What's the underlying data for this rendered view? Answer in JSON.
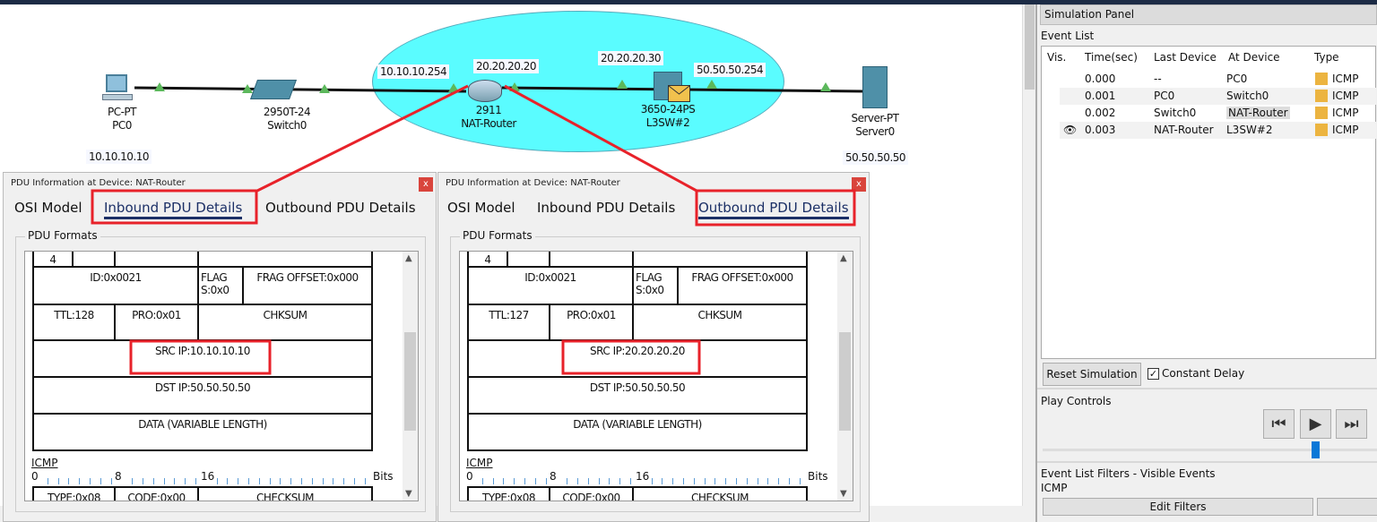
{
  "topology": {
    "devices": [
      {
        "model": "PC-PT",
        "name": "PC0",
        "ip": "10.10.10.10"
      },
      {
        "model": "2950T-24",
        "name": "Switch0"
      },
      {
        "model": "2911",
        "name": "NAT-Router",
        "ip_inside": "10.10.10.254",
        "ip_outside": "20.20.20.20"
      },
      {
        "model": "3650-24PS",
        "name": "L3SW#2",
        "ip_a": "20.20.20.30",
        "ip_b": "50.50.50.254"
      },
      {
        "model": "Server-PT",
        "name": "Server0",
        "ip": "50.50.50.50"
      }
    ],
    "packet_icon": "envelope-icon"
  },
  "dialogs": [
    {
      "title": "PDU Information at Device: NAT-Router",
      "close": "x",
      "tabs": [
        "OSI Model",
        "Inbound PDU Details",
        "Outbound PDU Details"
      ],
      "selected_tab": 1,
      "group": "PDU Formats",
      "ip": {
        "r0": "4",
        "id": "ID:0x0021",
        "flag": "FLAG S:0x0",
        "frag": "FRAG OFFSET:0x000",
        "ttl": "TTL:128",
        "pro": "PRO:0x01",
        "chk": "CHKSUM",
        "src": "SRC IP:10.10.10.10",
        "dst": "DST IP:50.50.50.50",
        "data": "DATA (VARIABLE LENGTH)"
      },
      "icmp": {
        "label": "ICMP",
        "r0": "0",
        "r8": "8",
        "r16": "16",
        "bits": "Bits",
        "type": "TYPE:0x08",
        "code": "CODE:0x00",
        "chk": "CHECKSUM"
      }
    },
    {
      "title": "PDU Information at Device: NAT-Router",
      "close": "x",
      "tabs": [
        "OSI Model",
        "Inbound PDU Details",
        "Outbound PDU Details"
      ],
      "selected_tab": 2,
      "group": "PDU Formats",
      "ip": {
        "r0": "4",
        "id": "ID:0x0021",
        "flag": "FLAG S:0x0",
        "frag": "FRAG OFFSET:0x000",
        "ttl": "TTL:127",
        "pro": "PRO:0x01",
        "chk": "CHKSUM",
        "src": "SRC IP:20.20.20.20",
        "dst": "DST IP:50.50.50.50",
        "data": "DATA (VARIABLE LENGTH)"
      },
      "icmp": {
        "label": "ICMP",
        "r0": "0",
        "r8": "8",
        "r16": "16",
        "bits": "Bits",
        "type": "TYPE:0x08",
        "code": "CODE:0x00",
        "chk": "CHECKSUM"
      }
    }
  ],
  "panel": {
    "title": "Simulation Panel",
    "event_list": "Event List",
    "columns": [
      "Vis.",
      "Time(sec)",
      "Last Device",
      "At Device",
      "Type"
    ],
    "events": [
      {
        "vis": "",
        "time": "0.000",
        "last": "--",
        "at": "PC0",
        "type": "ICMP"
      },
      {
        "vis": "",
        "time": "0.001",
        "last": "PC0",
        "at": "Switch0",
        "type": "ICMP"
      },
      {
        "vis": "",
        "time": "0.002",
        "last": "Switch0",
        "at": "NAT-Router",
        "type": "ICMP"
      },
      {
        "vis": "eye",
        "time": "0.003",
        "last": "NAT-Router",
        "at": "L3SW#2",
        "type": "ICMP"
      }
    ],
    "type_color": "#ecb440",
    "reset": "Reset Simulation",
    "constant_delay": "Constant Delay",
    "constant_delay_checked": true,
    "play_controls": "Play Controls",
    "filters_label": "Event List Filters - Visible Events",
    "filters_value": "ICMP",
    "edit_filters": "Edit Filters"
  },
  "colors": {
    "highlight": "#e8222a",
    "cloud": "#5afcff",
    "tab_underline": "#1b2f66"
  }
}
